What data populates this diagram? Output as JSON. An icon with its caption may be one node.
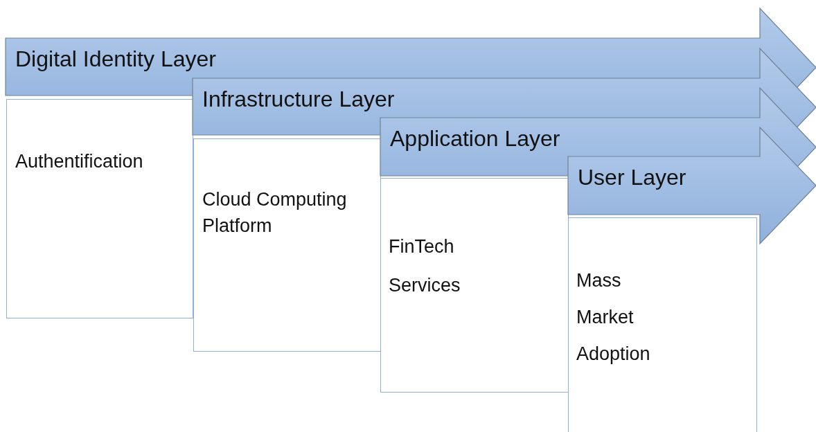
{
  "diagram": {
    "nodes": [
      {
        "text": [
          "Digital Identity Layer"
        ]
      },
      {
        "text": [
          "Authentification"
        ]
      },
      {
        "text": [
          "Infrastructure Layer"
        ]
      },
      {
        "text": [
          "Cloud Computing Platform"
        ]
      },
      {
        "text": [
          "Application Layer"
        ]
      },
      {
        "text": [
          "FinTech Services"
        ]
      },
      {
        "text": [
          "User Layer"
        ]
      },
      {
        "text": [
          "Mass Market Adoption"
        ]
      }
    ]
  }
}
